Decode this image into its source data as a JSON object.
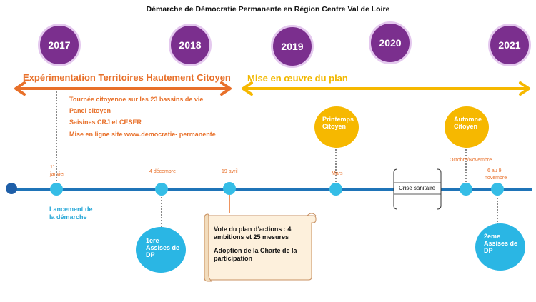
{
  "title": "Démarche de Démocratie Permanente en Région Centre Val de Loire",
  "years": [
    "2017",
    "2018",
    "2019",
    "2020",
    "2021"
  ],
  "phases": {
    "experimentation": "Expérimentation Territoires Hautement Citoyen",
    "mise_en_oeuvre": "Mise en œuvre du plan"
  },
  "bullets": [
    "Tournée citoyenne sur les 23 bassins de vie",
    "Panel  citoyen",
    "Saisines CRJ et CESER",
    "Mise en  ligne site www.democratie- permanente"
  ],
  "dates": {
    "janvier_day": "11",
    "janvier": "janvier",
    "decembre": "4 décembre",
    "avril": "19 avril",
    "mars": "Mars",
    "octobre": "Octobre/Novembre",
    "novembre_days": "6 au 9",
    "novembre": "novembre"
  },
  "events": {
    "lancement_1": "Lancement de",
    "lancement_2": "la démarche",
    "printemps_1": "Printemps",
    "printemps_2": "Citoyen",
    "automne_1": "Automne",
    "automne_2": "Citoyen",
    "assises1_1": "1ere",
    "assises1_2": "Assises de",
    "assises1_3": "DP",
    "assises2_1": "2eme",
    "assises2_2": "Assises de",
    "assises2_3": "DP",
    "crise": "Crise sanitaire"
  },
  "scroll": {
    "line1": "Vote du plan d’actions :  4",
    "line2": "ambitions  et 25 mesures",
    "line3": "Adoption de la Charte de la",
    "line4": "participation"
  },
  "colors": {
    "purple": "#7b2f8e",
    "orange": "#e8702a",
    "yellow": "#f6b800",
    "blue": "#28a8d8",
    "timeline": "#1f74b8",
    "dark_blue": "#1f5fa8"
  }
}
